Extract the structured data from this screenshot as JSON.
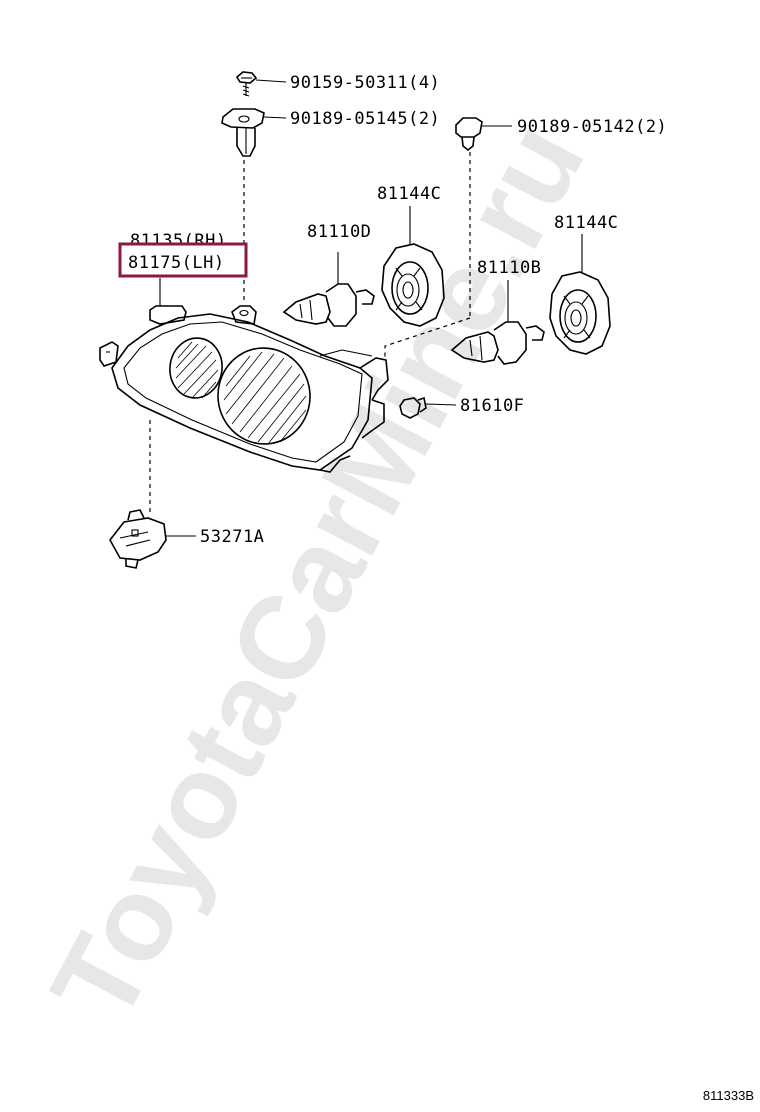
{
  "diagram": {
    "parts": [
      {
        "id": "bolt",
        "label": "90159-50311(4)"
      },
      {
        "id": "clip-a",
        "label": "90189-05145(2)"
      },
      {
        "id": "clip-b",
        "label": "90189-05142(2)"
      },
      {
        "id": "housing-rh",
        "label": "81135(RH)"
      },
      {
        "id": "housing-lh",
        "label": "81175(LH)"
      },
      {
        "id": "socket-cover-left",
        "label": "81144C"
      },
      {
        "id": "socket-cover-right",
        "label": "81144C"
      },
      {
        "id": "bulb-left",
        "label": "81110D"
      },
      {
        "id": "bulb-right",
        "label": "81110B"
      },
      {
        "id": "wedge-bulb",
        "label": "81610F"
      },
      {
        "id": "adjuster",
        "label": "53271A"
      }
    ],
    "highlight": {
      "part": "housing-lh",
      "color": "#8b1a3a"
    },
    "watermark": "ToyotaCarMine.ru",
    "reference_code": "811333B"
  }
}
